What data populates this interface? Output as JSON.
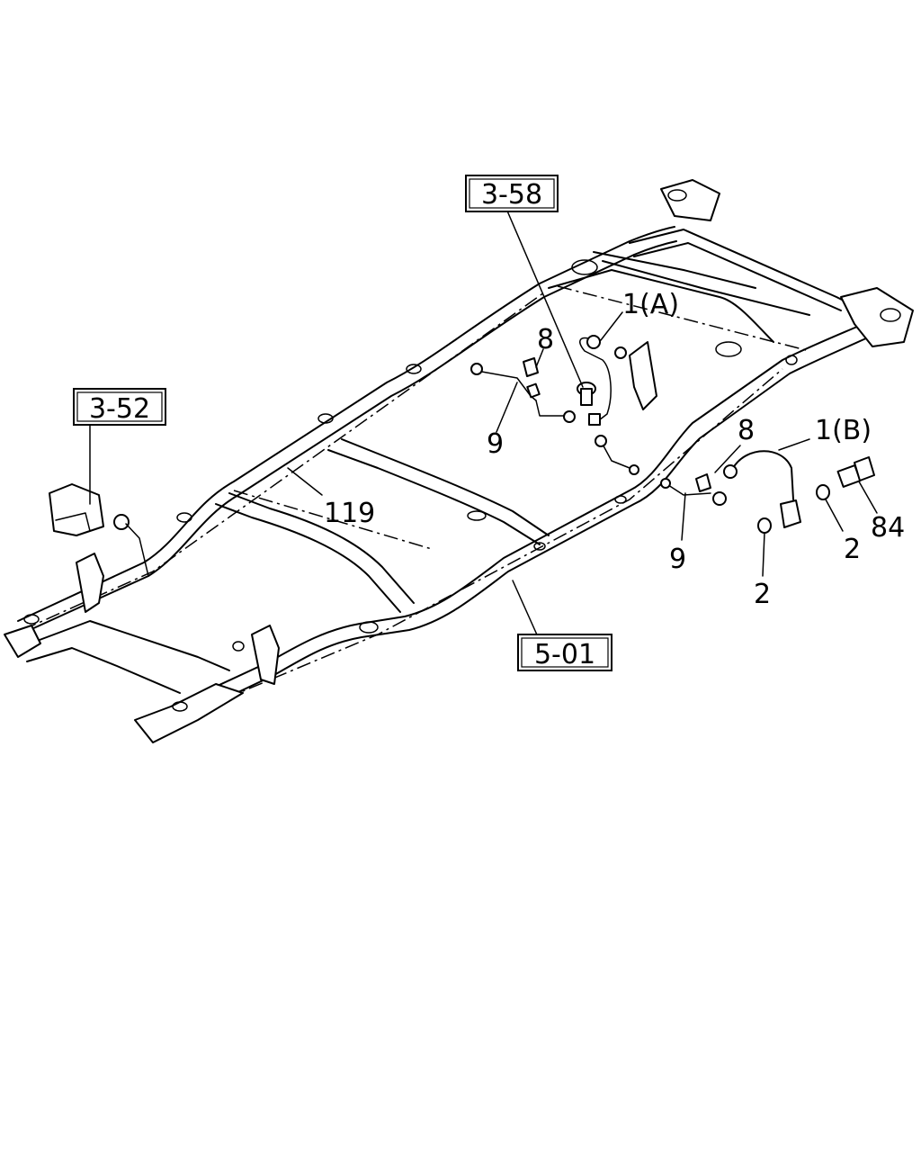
{
  "references": {
    "ref_3_58": "3-58",
    "ref_3_52": "3-52",
    "ref_5_01": "5-01"
  },
  "callouts": {
    "c_1a": "1(A)",
    "c_1b": "1(B)",
    "c_8_upper": "8",
    "c_8_lower": "8",
    "c_9_upper": "9",
    "c_9_lower": "9",
    "c_119": "119",
    "c_2_right": "2",
    "c_2_lower": "2",
    "c_84": "84"
  }
}
